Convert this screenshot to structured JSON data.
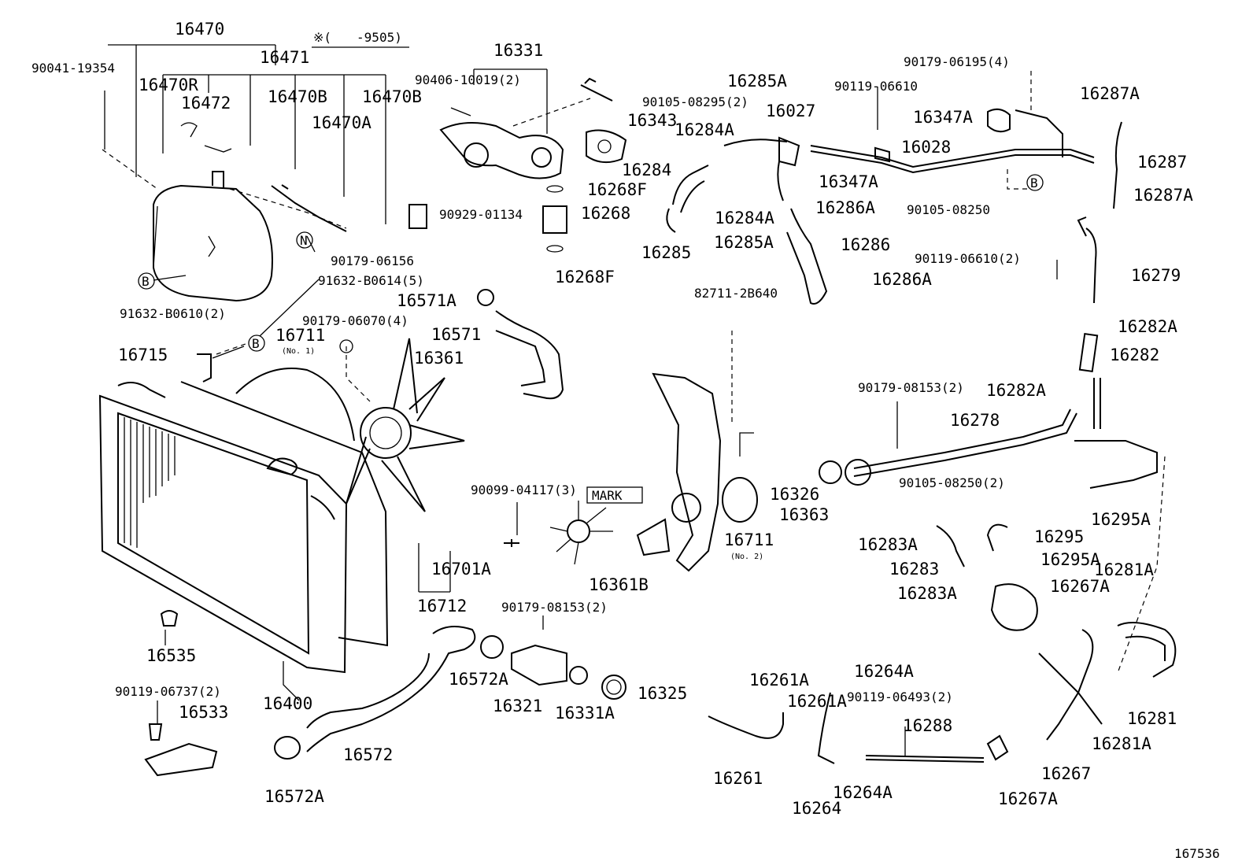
{
  "diagram": {
    "figure_id": "167536",
    "serial_note": "※(　　-9505)",
    "mark_label": "MARK",
    "callouts": [
      "16470",
      "16471",
      "90041-19354",
      "16470R",
      "16472",
      "16470B",
      "16470A",
      "16470B",
      "90179-06156",
      "91632-B0610(2)",
      "91632-B0614(5)",
      "90179-06070(4)",
      "16711",
      "(No. 1)",
      "16715",
      "16331",
      "90406-10019(2)",
      "90105-08295(2)",
      "16343",
      "16268F",
      "16268",
      "16268F",
      "90929-01134",
      "16571A",
      "16571",
      "16361",
      "16285A",
      "16027",
      "16284A",
      "16284",
      "16347A",
      "16284A",
      "16285A",
      "16285",
      "16286A",
      "16286",
      "16286A",
      "90119-06610",
      "16028",
      "90179-06195(4)",
      "16347A",
      "90105-08250",
      "16287A",
      "16287",
      "16287A",
      "90119-06610(2)",
      "16279",
      "16282A",
      "16282",
      "16282A",
      "90179-08153(2)",
      "16278",
      "90105-08250(2)",
      "82711-2B640",
      "16326",
      "16363",
      "16711",
      "(No. 2)",
      "16295A",
      "16295",
      "16295A",
      "90099-04117(3)",
      "16361B",
      "16701A",
      "16712",
      "16283A",
      "16283",
      "16283A",
      "16267A",
      "16281A",
      "16281",
      "16281A",
      "16267",
      "16267A",
      "16535",
      "16400",
      "90119-06737(2)",
      "16533",
      "16572",
      "16572A",
      "16572A",
      "90179-08153(2)",
      "16321",
      "16331A",
      "16325",
      "16261A",
      "16261A",
      "16261",
      "16264A",
      "90119-06493(2)",
      "16288",
      "16264",
      "16264A"
    ]
  }
}
